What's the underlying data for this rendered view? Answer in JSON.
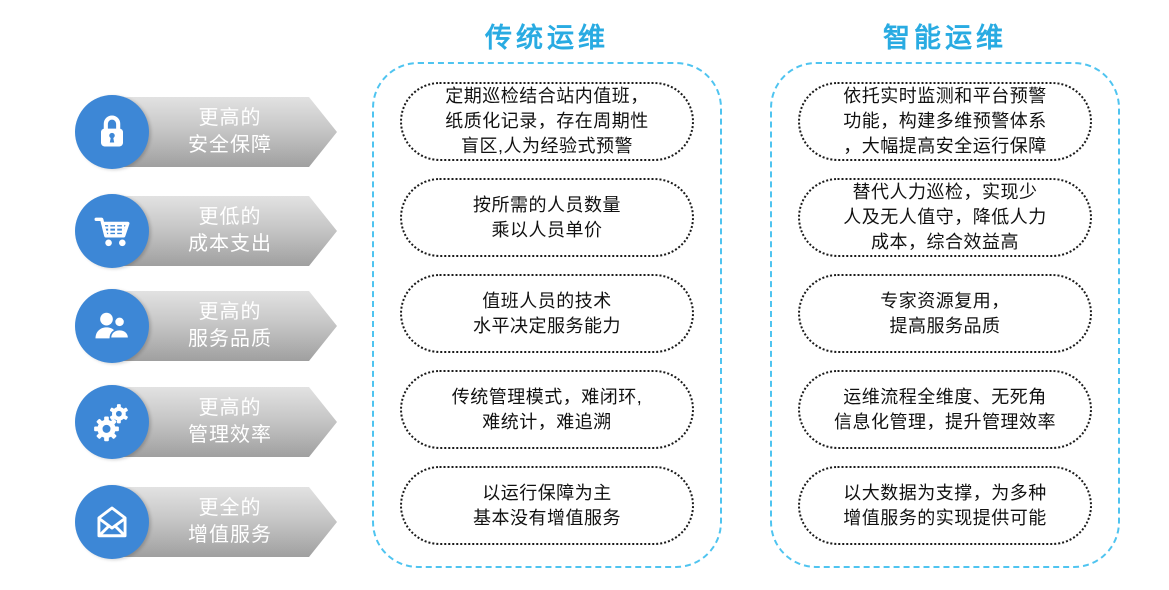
{
  "categories": [
    {
      "icon": "lock-icon",
      "lines": [
        "更高的",
        "安全保障"
      ]
    },
    {
      "icon": "cart-icon",
      "lines": [
        "更低的",
        "成本支出"
      ]
    },
    {
      "icon": "users-icon",
      "lines": [
        "更高的",
        "服务品质"
      ]
    },
    {
      "icon": "gears-icon",
      "lines": [
        "更高的",
        "管理效率"
      ]
    },
    {
      "icon": "envelope-icon",
      "lines": [
        "更全的",
        "增值服务"
      ]
    }
  ],
  "columns": [
    {
      "title": "传统运维",
      "boxes": [
        {
          "lines": [
            "定期巡检结合站内值班，",
            "纸质化记录，存在周期性",
            "盲区,人为经验式预警"
          ]
        },
        {
          "lines": [
            "按所需的人员数量",
            "乘以人员单价"
          ]
        },
        {
          "lines": [
            "值班人员的技术",
            "水平决定服务能力"
          ]
        },
        {
          "lines": [
            "传统管理模式，难闭环,",
            "难统计，难追溯"
          ]
        },
        {
          "lines": [
            "以运行保障为主",
            "基本没有增值服务"
          ]
        }
      ]
    },
    {
      "title": "智能运维",
      "boxes": [
        {
          "lines": [
            "依托实时监测和平台预警",
            "功能，构建多维预警体系",
            "，大幅提高安全运行保障"
          ]
        },
        {
          "lines": [
            "替代人力巡检，实现少",
            "人及无人值守，降低人力",
            "成本，综合效益高"
          ]
        },
        {
          "lines": [
            "专家资源复用，",
            "提高服务品质"
          ]
        },
        {
          "lines": [
            "运维流程全维度、无死角",
            "信息化管理，提升管理效率"
          ]
        },
        {
          "lines": [
            "以大数据为支撑，为多种",
            "增值服务的实现提供可能"
          ]
        }
      ]
    }
  ],
  "colors": {
    "icon_circle_blue": "#3d87d6",
    "header_blue": "#29abe2",
    "column_dashed_border": "#4fc4f0",
    "arrow_gray": "#a9a9a9",
    "box_border": "#1a1a1a"
  }
}
